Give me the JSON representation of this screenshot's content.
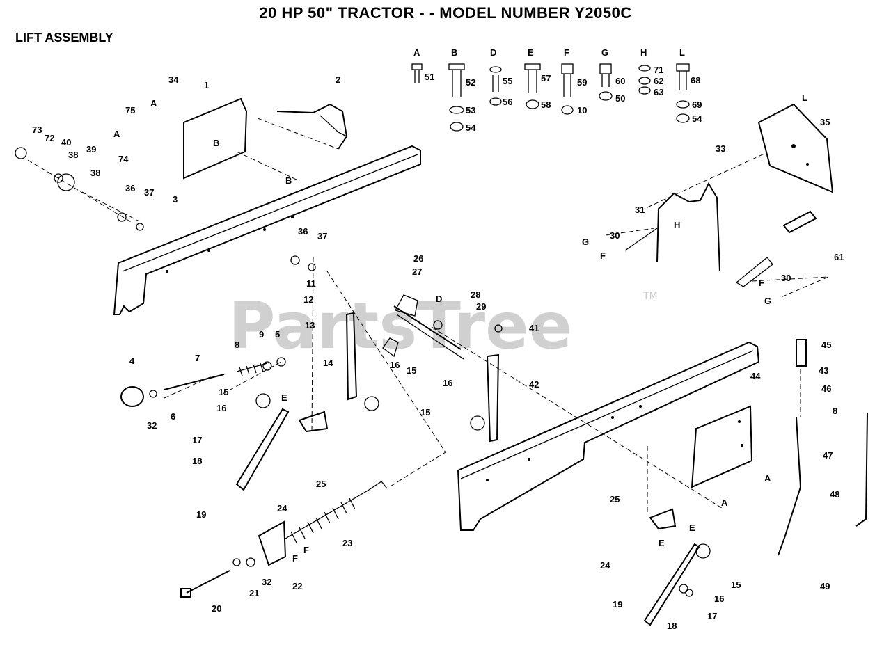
{
  "header": {
    "title": "20 HP 50\" TRACTOR - - MODEL NUMBER Y2050C",
    "section": "LIFT ASSEMBLY"
  },
  "watermark": {
    "text": "PartsTree",
    "tm": "TM"
  },
  "hardware_columns": [
    {
      "letter": "A",
      "parts": [
        "51"
      ]
    },
    {
      "letter": "B",
      "parts": [
        "52",
        "53",
        "54"
      ]
    },
    {
      "letter": "D",
      "parts": [
        "55",
        "56"
      ]
    },
    {
      "letter": "E",
      "parts": [
        "57",
        "58"
      ]
    },
    {
      "letter": "F",
      "parts": [
        "59",
        "10"
      ]
    },
    {
      "letter": "G",
      "parts": [
        "60",
        "50"
      ]
    },
    {
      "letter": "H",
      "parts": [
        "71",
        "62",
        "63"
      ]
    },
    {
      "letter": "L",
      "parts": [
        "68",
        "69",
        "54"
      ]
    }
  ],
  "callouts": {
    "p1": "1",
    "p2": "2",
    "p3": "3",
    "p4": "4",
    "p5": "5",
    "p6": "6",
    "p7": "7",
    "p8a": "8",
    "p8b": "8",
    "p9": "9",
    "p11": "11",
    "p12": "12",
    "p13": "13",
    "p14": "14",
    "p15a": "15",
    "p15b": "15",
    "p15c": "15",
    "p15d": "15",
    "p16a": "16",
    "p16b": "16",
    "p16c": "16",
    "p16d": "16",
    "p17a": "17",
    "p17b": "17",
    "p18a": "18",
    "p18b": "18",
    "p19a": "19",
    "p19b": "19",
    "p20": "20",
    "p21": "21",
    "p22": "22",
    "p23": "23",
    "p24a": "24",
    "p24b": "24",
    "p25a": "25",
    "p25b": "25",
    "p26": "26",
    "p27": "27",
    "p28": "28",
    "p29": "29",
    "p30a": "30",
    "p30b": "30",
    "p31": "31",
    "p32a": "32",
    "p32b": "32",
    "p33": "33",
    "p34": "34",
    "p35": "35",
    "p36a": "36",
    "p36b": "36",
    "p37a": "37",
    "p37b": "37",
    "p38a": "38",
    "p38b": "38",
    "p39": "39",
    "p40": "40",
    "p41": "41",
    "p42": "42",
    "p43": "43",
    "p44": "44",
    "p45": "45",
    "p46": "46",
    "p47": "47",
    "p48": "48",
    "p49": "49",
    "p61": "61",
    "p72": "72",
    "p73": "73",
    "p74": "74",
    "p75": "75"
  },
  "refs": {
    "A1": "A",
    "A2": "A",
    "A3": "A",
    "A4": "A",
    "B1": "B",
    "B2": "B",
    "D1": "D",
    "E1": "E",
    "E2": "E",
    "E3": "E",
    "F1": "F",
    "F2": "F",
    "F3": "F",
    "F4": "F",
    "G1": "G",
    "G2": "G",
    "H1": "H",
    "L1": "L"
  }
}
